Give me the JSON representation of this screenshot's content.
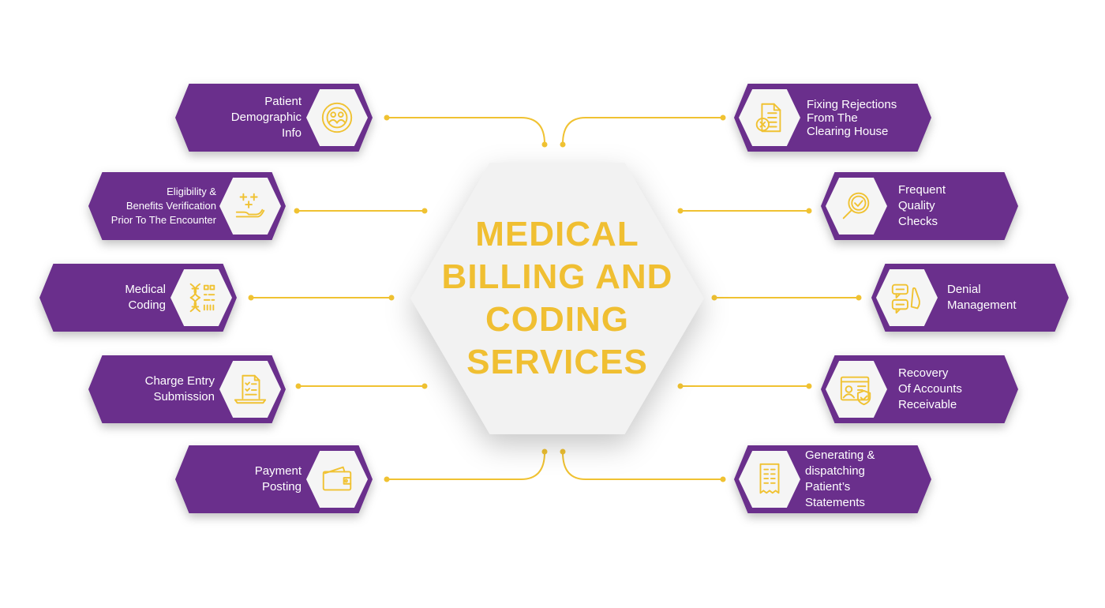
{
  "center": {
    "title": "MEDICAL BILLING AND CODING SERVICES"
  },
  "colors": {
    "purple": "#6a2f8c",
    "gold": "#f0c232",
    "hex_light": "#f2f2f2"
  },
  "left_items": [
    {
      "label": "Patient\nDemographic\nInfo",
      "icon": "people-circle-icon"
    },
    {
      "label": "Eligibility &\nBenefits Verification\nPrior To The Encounter",
      "icon": "hand-plus-icon"
    },
    {
      "label": "Medical\nCoding",
      "icon": "dna-code-icon"
    },
    {
      "label": "Charge Entry\nSubmission",
      "icon": "laptop-document-icon"
    },
    {
      "label": "Payment\nPosting",
      "icon": "wallet-icon"
    }
  ],
  "right_items": [
    {
      "label": "Fixing Rejections\nFrom The\nClearing House",
      "icon": "document-reject-icon"
    },
    {
      "label": "Frequent\nQuality\nChecks",
      "icon": "magnifier-check-icon"
    },
    {
      "label": "Denial\nManagement",
      "icon": "chat-hand-icon"
    },
    {
      "label": "Recovery\nOf Accounts\nReceivable",
      "icon": "account-shield-icon"
    },
    {
      "label": "Generating &\ndispatching\nPatient’s\nStatements",
      "icon": "statement-icon"
    }
  ]
}
